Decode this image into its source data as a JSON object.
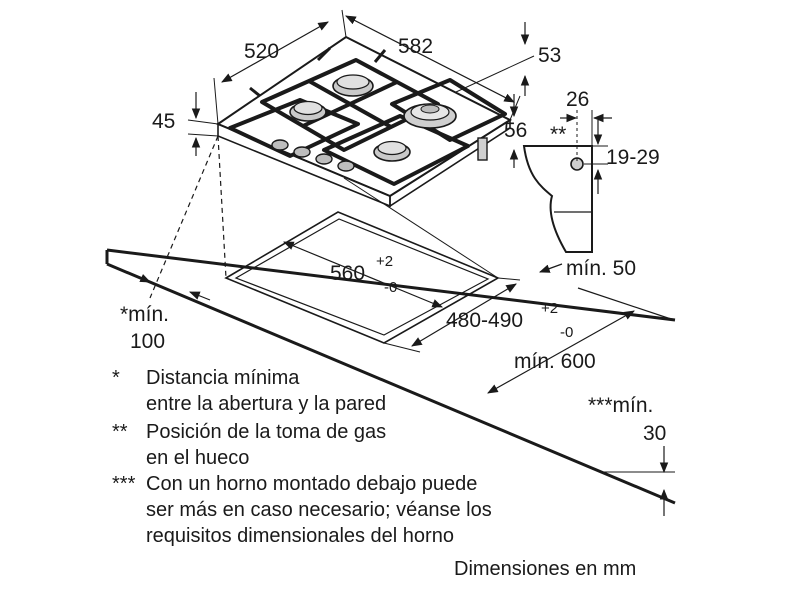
{
  "dimensions": {
    "width_top": "520",
    "depth_top": "582",
    "right_offset": "53",
    "height_left": "45",
    "height_right": "56",
    "bracket_width": "26",
    "gas_marker": "**",
    "gas_height": "19-29",
    "cutout_width_base": "560",
    "cutout_width_plus": "+2",
    "cutout_width_minus": "-0",
    "cutout_depth_base": "480-490",
    "cutout_depth_plus": "+2",
    "cutout_depth_minus": "-0",
    "min_back": "mín. 50",
    "min_wall_line1": "*mín.",
    "min_wall_line2": "100",
    "min_front": "mín. 600",
    "min_under_line1": "***mín.",
    "min_under_line2": "30"
  },
  "notes": [
    {
      "marker": "*",
      "lines": [
        "Distancia mínima",
        "entre la abertura y la pared"
      ]
    },
    {
      "marker": "**",
      "lines": [
        "Posición de la toma de gas",
        "en el hueco"
      ]
    },
    {
      "marker": "***",
      "lines": [
        "Con un horno montado debajo puede",
        "ser más en caso necesario; véanse los",
        "requisitos dimensionales del horno"
      ]
    }
  ],
  "units_label": "Dimensiones en mm"
}
